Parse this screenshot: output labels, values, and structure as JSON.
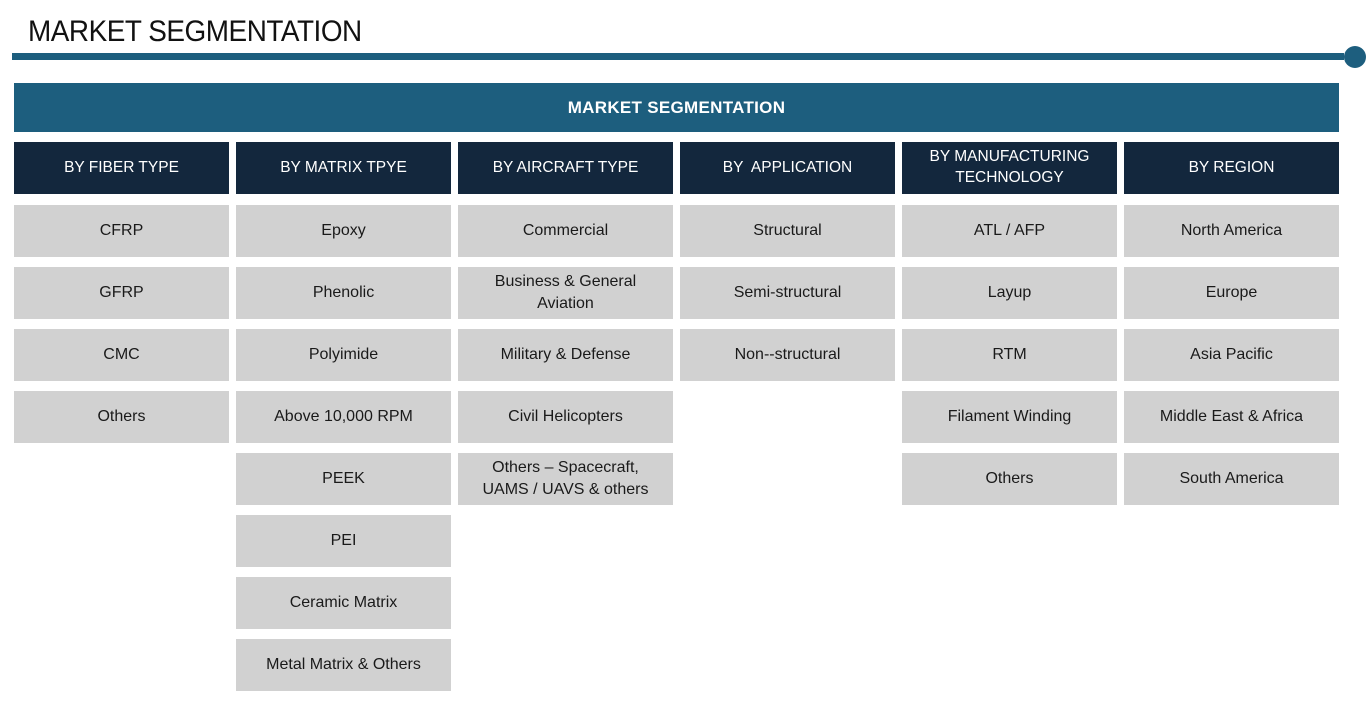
{
  "page": {
    "title": "MARKET SEGMENTATION",
    "banner_label": "MARKET SEGMENTATION"
  },
  "colors": {
    "accent_teal": "#1D5E7E",
    "header_navy": "#13273D",
    "cell_gray": "#D1D1D1",
    "title_text": "#111111",
    "cell_text": "#1A1A1A",
    "banner_text": "#FFFFFF"
  },
  "segmentation": {
    "columns": [
      {
        "header": "BY FIBER TYPE",
        "items": [
          "CFRP",
          "GFRP",
          "CMC",
          "Others"
        ]
      },
      {
        "header": "BY MATRIX TPYE",
        "items": [
          "Epoxy",
          "Phenolic",
          "Polyimide",
          "Above 10,000 RPM",
          "PEEK",
          "PEI",
          "Ceramic Matrix",
          "Metal Matrix & Others"
        ]
      },
      {
        "header": "BY AIRCRAFT TYPE",
        "items": [
          "Commercial",
          "Business & General Aviation",
          "Military & Defense",
          "Civil Helicopters",
          "Others – Spacecraft, UAMS / UAVS & others"
        ]
      },
      {
        "header": "BY  APPLICATION",
        "items": [
          "Structural",
          "Semi-structural",
          "Non--structural"
        ]
      },
      {
        "header": "BY MANUFACTURING TECHNOLOGY",
        "items": [
          "ATL / AFP",
          "Layup",
          "RTM",
          "Filament Winding",
          "Others"
        ]
      },
      {
        "header": "BY REGION",
        "items": [
          "North America",
          "Europe",
          "Asia Pacific",
          "Middle East & Africa",
          "South America"
        ]
      }
    ]
  }
}
